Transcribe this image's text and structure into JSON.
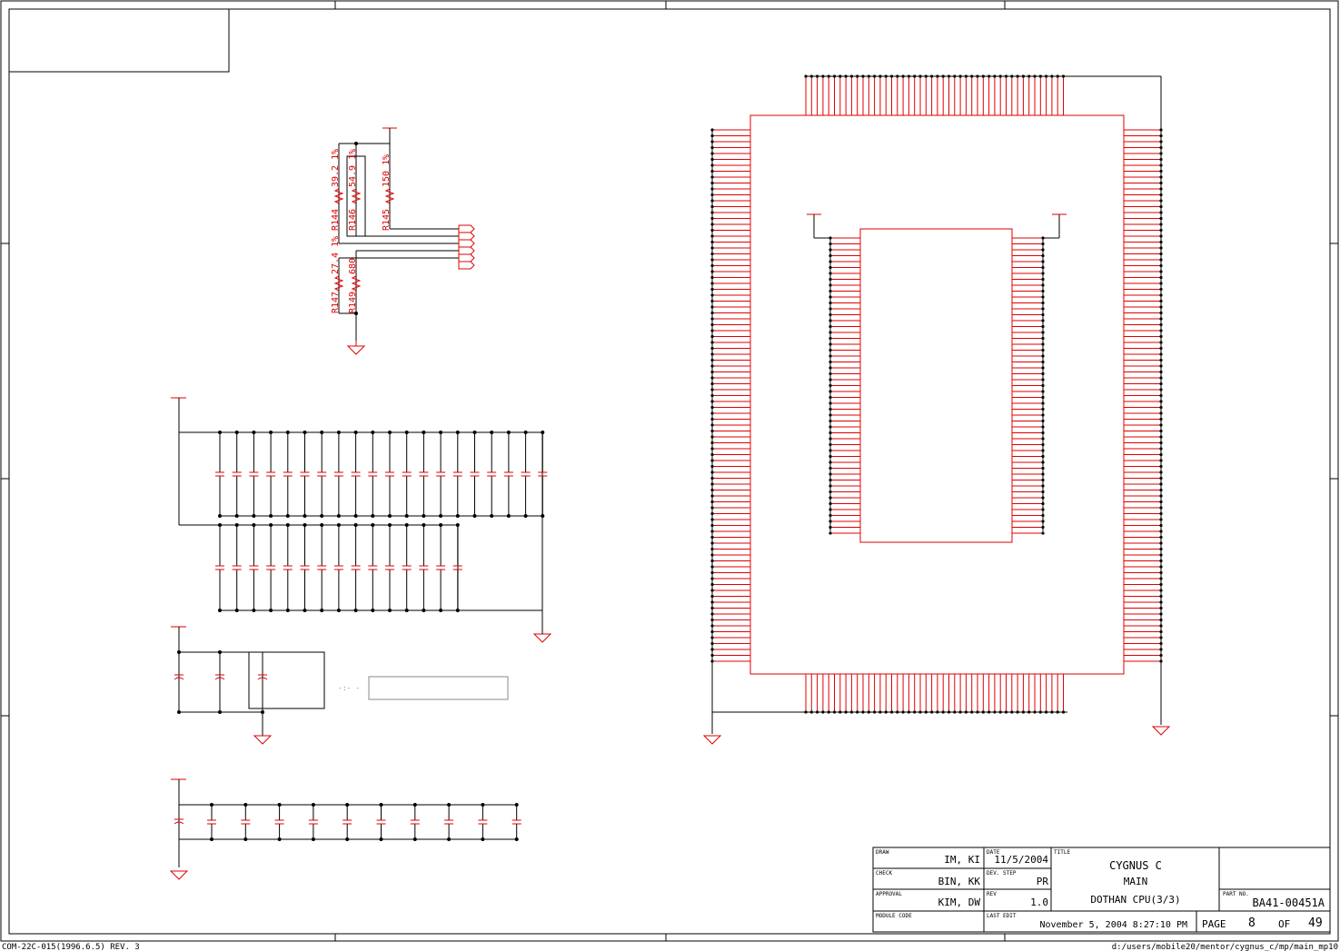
{
  "resistors": {
    "r144": {
      "ref": "R144",
      "value": "39.2 1%"
    },
    "r146": {
      "ref": "R146",
      "value": "54.9 1%"
    },
    "r145": {
      "ref": "R145",
      "value": "150 1%"
    },
    "r147": {
      "ref": "R147",
      "value": "27.4 1%"
    },
    "r149": {
      "ref": "R149",
      "value": "680"
    }
  },
  "note_text": "-:- -",
  "title_block": {
    "draw_label": "DRAW",
    "draw_value": "IM, KI",
    "check_label": "CHECK",
    "check_value": "BIN, KK",
    "approval_label": "APPROVAL",
    "approval_value": "KIM, DW",
    "module_code_label": "MODULE CODE",
    "date_label": "DATE",
    "date_value": "11/5/2004",
    "dev_step_label": "DEV. STEP",
    "dev_step_value": "PR",
    "rev_label": "REV",
    "rev_value": "1.0",
    "last_edit_label": "LAST EDIT",
    "last_edit_value": "November 5, 2004  8:27:10 PM",
    "title_label": "TITLE",
    "title_line1": "CYGNUS C",
    "title_line2": "MAIN",
    "title_line3": "DOTHAN CPU(3/3)",
    "part_no_label": "PART NO.",
    "part_no_value": "BA41-00451A",
    "page_label": "PAGE",
    "page_value": "8",
    "of_label": "OF",
    "of_value": "49"
  },
  "footer": {
    "form_code": "COM-22C-015(1996.6.5) REV. 3",
    "file_path": "d:/users/mobile20/mentor/cygnus_c/mp/main_mp10"
  },
  "colors": {
    "component": "#e00000",
    "wire": "#000000"
  }
}
